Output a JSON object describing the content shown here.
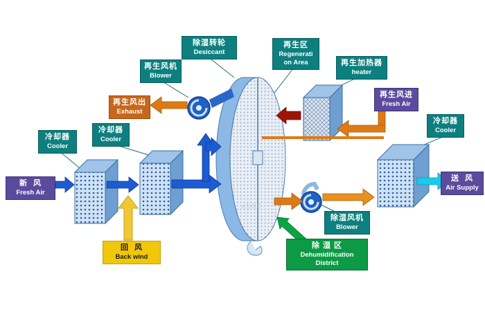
{
  "watermark": "xtjqc",
  "colors": {
    "label_teal": "#0e7f7f",
    "label_purple": "#5b4b9d",
    "label_orange": "#c8671b",
    "label_yellow": "#f0c70a",
    "label_green": "#0c9a44",
    "arrow_blue": "#1d5bd2",
    "arrow_orange": "#dd7a16",
    "arrow_red": "#9e1508",
    "arrow_cyan": "#19cbe8",
    "arrow_green": "#0ca344",
    "arrow_yellow": "#eec935"
  },
  "labels": {
    "desiccant": {
      "lines": [
        "除湿转轮",
        "Desiccant"
      ]
    },
    "regen_area": {
      "lines": [
        "再生区",
        "Regenerati",
        "on Area"
      ]
    },
    "regen_blower": {
      "lines": [
        "再生风机",
        "Blower"
      ]
    },
    "regen_heater": {
      "lines": [
        "再生加热器",
        "heater"
      ]
    },
    "exhaust": {
      "lines": [
        "再生风出",
        "Exhaust"
      ]
    },
    "regen_fresh_air": {
      "lines": [
        "再生风进",
        "Fresh Air"
      ]
    },
    "cooler_mid": {
      "lines": [
        "冷却器",
        "Cooler"
      ]
    },
    "cooler_left": {
      "lines": [
        "冷却器",
        "Cooler"
      ]
    },
    "cooler_right": {
      "lines": [
        "冷却器",
        "Cooler"
      ]
    },
    "fresh_air_in": {
      "lines": [
        "新  风",
        "Fresh Air"
      ]
    },
    "air_supply": {
      "lines": [
        "送  风",
        "Air Supply"
      ]
    },
    "back_wind": {
      "lines": [
        "回  风",
        "Back wind"
      ]
    },
    "dehumid_blower": {
      "lines": [
        "除湿风机",
        "Blower"
      ]
    },
    "dehumid_district": {
      "lines": [
        "除 湿 区",
        "Dehumidification",
        "District"
      ]
    }
  }
}
